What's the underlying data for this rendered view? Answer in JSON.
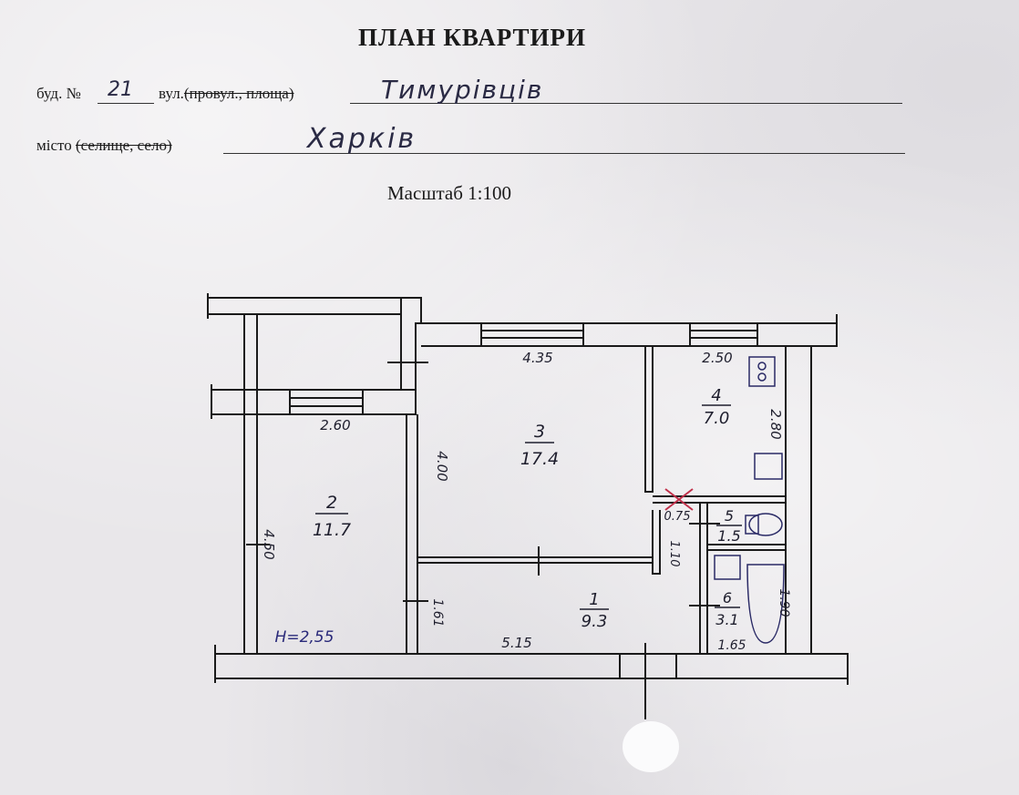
{
  "header": {
    "title": "ПЛАН КВАРТИРИ",
    "building_label_prefix": "буд. №",
    "building_number": "21",
    "street_label": "вул.",
    "street_strike": "(провул., площа)",
    "street_value": "Тимурівців",
    "city_label": "місто",
    "city_strike": "(селище, село)",
    "city_value": "Харків",
    "scale": "Масштаб 1:100"
  },
  "plan": {
    "ceiling_height": "H=2,55",
    "rooms": [
      {
        "number": "1",
        "area": "9.3"
      },
      {
        "number": "2",
        "area": "11.7"
      },
      {
        "number": "3",
        "area": "17.4"
      },
      {
        "number": "4",
        "area": "7.0"
      },
      {
        "number": "5",
        "area": "1.5"
      },
      {
        "number": "6",
        "area": "3.1"
      }
    ],
    "dimensions": {
      "room3_width": "4.35",
      "room4_width": "2.50",
      "room2_width": "2.60",
      "room3_height": "4.00",
      "room4_height": "2.80",
      "room2_height": "4.50",
      "room5_width": "0.75",
      "corridor_height": "1.10",
      "room1_height": "1.61",
      "room1_width": "5.15",
      "room6_height": "1.90",
      "room6_width": "1.65"
    }
  },
  "colors": {
    "paper": "#e9e7ea",
    "ink": "#1a1a1a",
    "handwriting": "#2a2a44"
  }
}
